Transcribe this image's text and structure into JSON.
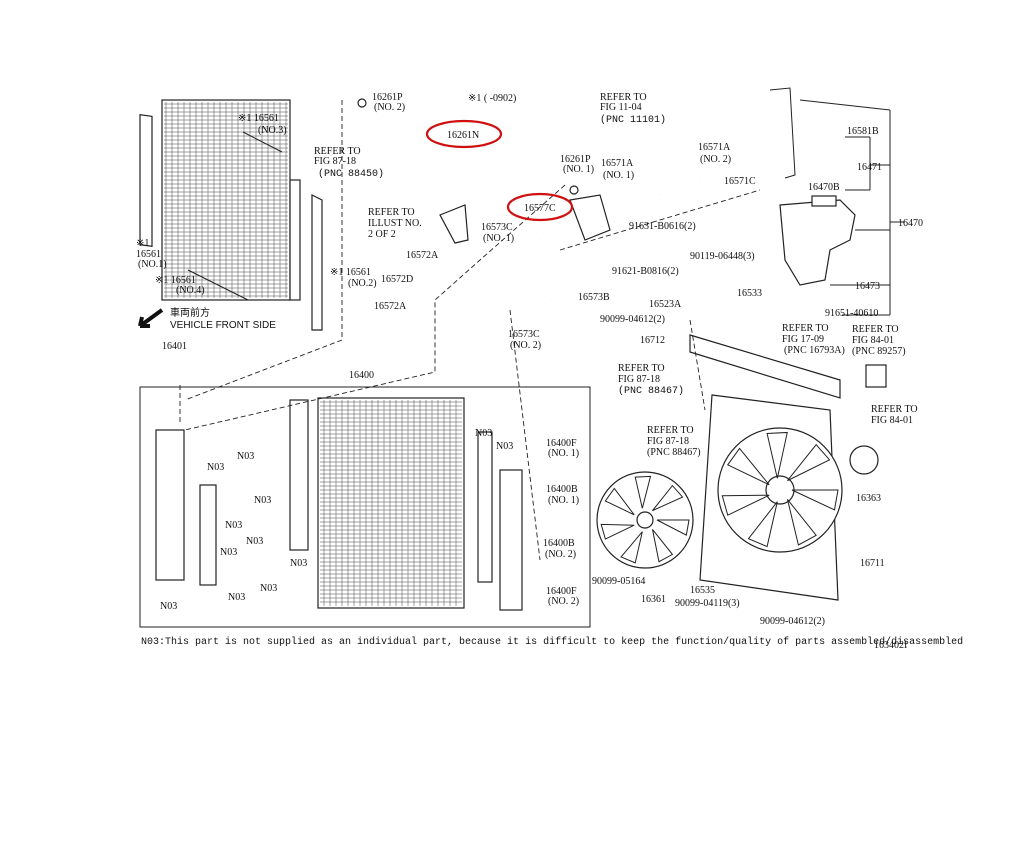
{
  "labels": {
    "p16261P_top": "16261P",
    "p16261P_top_no": "(NO. 2)",
    "note_top": "※1 (    -0902)",
    "p16261N": "16261N",
    "p16261P_mid": "16261P",
    "p16261P_mid_no": "(NO. 1)",
    "refer_1104_a": "REFER TO",
    "refer_1104_b": "FIG 11-04",
    "refer_1104_c": "(PNC 11101)",
    "p16571A_1": "16571A",
    "p16571A_1_no": "(NO. 2)",
    "p16571A_2": "16571A",
    "p16571A_2_no": "(NO. 1)",
    "p16571C": "16571C",
    "p16581B": "16581B",
    "p16471": "16471",
    "p16470B": "16470B",
    "p16470": "16470",
    "p16561_3": "※1 16561",
    "p16561_3_no": "(NO.3)",
    "refer_8718_a": "REFER TO",
    "refer_8718_b": "FIG 87-18",
    "refer_8718_c": "(PNC 88450)",
    "p16561_1a": "※1",
    "p16561_1b": "16561",
    "p16561_1_no": "(NO.1)",
    "p16561_4": "※1 16561",
    "p16561_4_no": "(NO.4)",
    "p16561_2": "※1 16561",
    "p16561_2_no": "(NO.2)",
    "refer_ill_a": "REFER TO",
    "refer_ill_b": "ILLUST NO.",
    "refer_ill_c": "2 OF 2",
    "p16577C": "16577C",
    "p16573C_1": "16573C",
    "p16573C_1_no": "(NO. 1)",
    "p91631": "91631-B0616(2)",
    "p16572A_1": "16572A",
    "p16572D": "16572D",
    "p16572A_2": "16572A",
    "p16573B": "16573B",
    "p16573C_2": "16573C",
    "p16573C_2_no": "(NO. 2)",
    "p90119": "90119-06448(3)",
    "p91621": "91621-B0816(2)",
    "p16533": "16533",
    "p16473": "16473",
    "p16523A": "16523A",
    "p91651": "91651-40610",
    "p90099_1": "90099-04612(2)",
    "p16712": "16712",
    "refer_1709_a": "REFER TO",
    "refer_1709_b": "FIG 17-09",
    "refer_1709_c": "(PNC 16793A)",
    "refer_8401a_a": "REFER TO",
    "refer_8401a_b": "FIG 84-01",
    "refer_8401a_c": "(PNC 89257)",
    "refer_8718b_a": "REFER TO",
    "refer_8718b_b": "FIG 87-18",
    "refer_8718b_c": "(PNC 88467)",
    "refer_8401b_a": "REFER TO",
    "refer_8401b_b": "FIG 84-01",
    "front_jp": "車両前方",
    "front_en": "VEHICLE FRONT SIDE",
    "p16401": "16401",
    "p16400": "16400",
    "n03": "N03",
    "p16400F_1": "16400F",
    "p16400F_1_no": "(NO. 1)",
    "p16400B_1": "16400B",
    "p16400B_1_no": "(NO. 1)",
    "p16400B_2": "16400B",
    "p16400B_2_no": "(NO. 2)",
    "p16400F_2": "16400F",
    "p16400F_2_no": "(NO. 2)",
    "refer_8718c_a": "REFER TO",
    "refer_8718c_b": "FIG 87-18",
    "refer_8718c_c": "(PNC 88467)",
    "p16363": "16363",
    "p16711": "16711",
    "p90099_05164": "90099-05164",
    "p16361": "16361",
    "p16535": "16535",
    "p90099_04119": "90099-04119(3)",
    "p90099_2": "90099-04612(2)",
    "footnote": "N03:This part is not supplied as an individual part, because it is difficult to keep the function/quality of parts assembled/disassembled",
    "fig_id": "163402I"
  },
  "highlight_color": "#d01010"
}
